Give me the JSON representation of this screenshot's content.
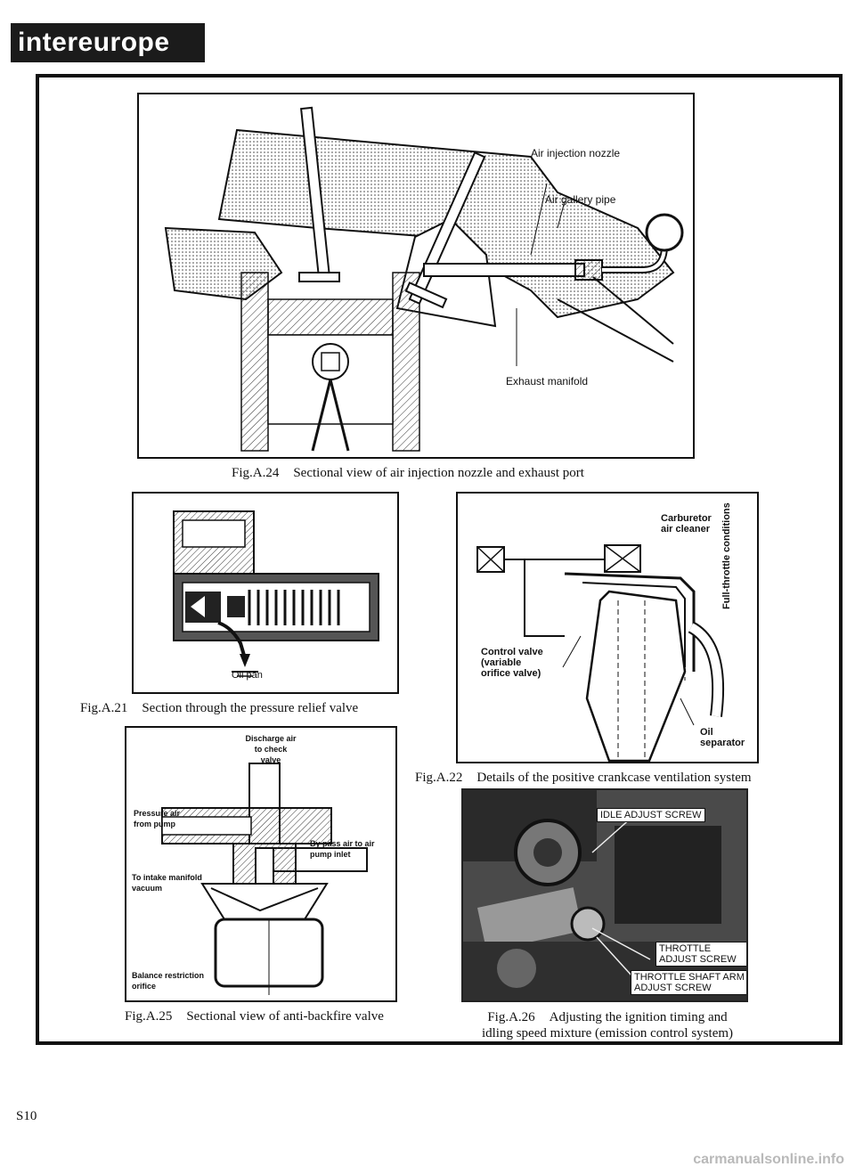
{
  "brand": {
    "name": "intereurope"
  },
  "figures": {
    "a24": {
      "number": "Fig.A.24",
      "caption": "Sectional view of air injection nozzle and exhaust port",
      "labels": {
        "nozzle": "Air injection nozzle",
        "pipe": "Air gallery pipe",
        "manifold": "Exhaust manifold"
      }
    },
    "a21": {
      "number": "Fig.A.21",
      "caption": "Section through the pressure relief valve",
      "labels": {
        "oil_pan": "Oil pan"
      }
    },
    "a22": {
      "number": "Fig.A.22",
      "caption": "Details of the positive crankcase ventilation system",
      "labels": {
        "carb": "Carburetor air cleaner",
        "side": "Full-throttle conditions",
        "control": "Control valve (variable orifice valve)",
        "oil_sep": "Oil separator"
      }
    },
    "a25": {
      "number": "Fig.A.25",
      "caption": "Sectional view of anti-backfire valve",
      "labels": {
        "discharge": "Discharge air to check valve",
        "pressure": "Pressure air from pump",
        "bypass": "By pass air to air pump inlet",
        "intake": "To intake manifold vacuum",
        "balance": "Balance restriction orifice"
      }
    },
    "a26": {
      "number": "Fig.A.26",
      "caption_line1": "Adjusting the ignition timing and",
      "caption_line2": "idling speed mixture (emission control system)",
      "labels": {
        "idle": "IDLE ADJUST SCREW",
        "throttle": "THROTTLE ADJUST SCREW",
        "shaft": "THROTTLE SHAFT ARM ADJUST SCREW"
      }
    }
  },
  "page": {
    "number": "S10"
  },
  "footer": {
    "site": "carmanualsonline.info"
  }
}
